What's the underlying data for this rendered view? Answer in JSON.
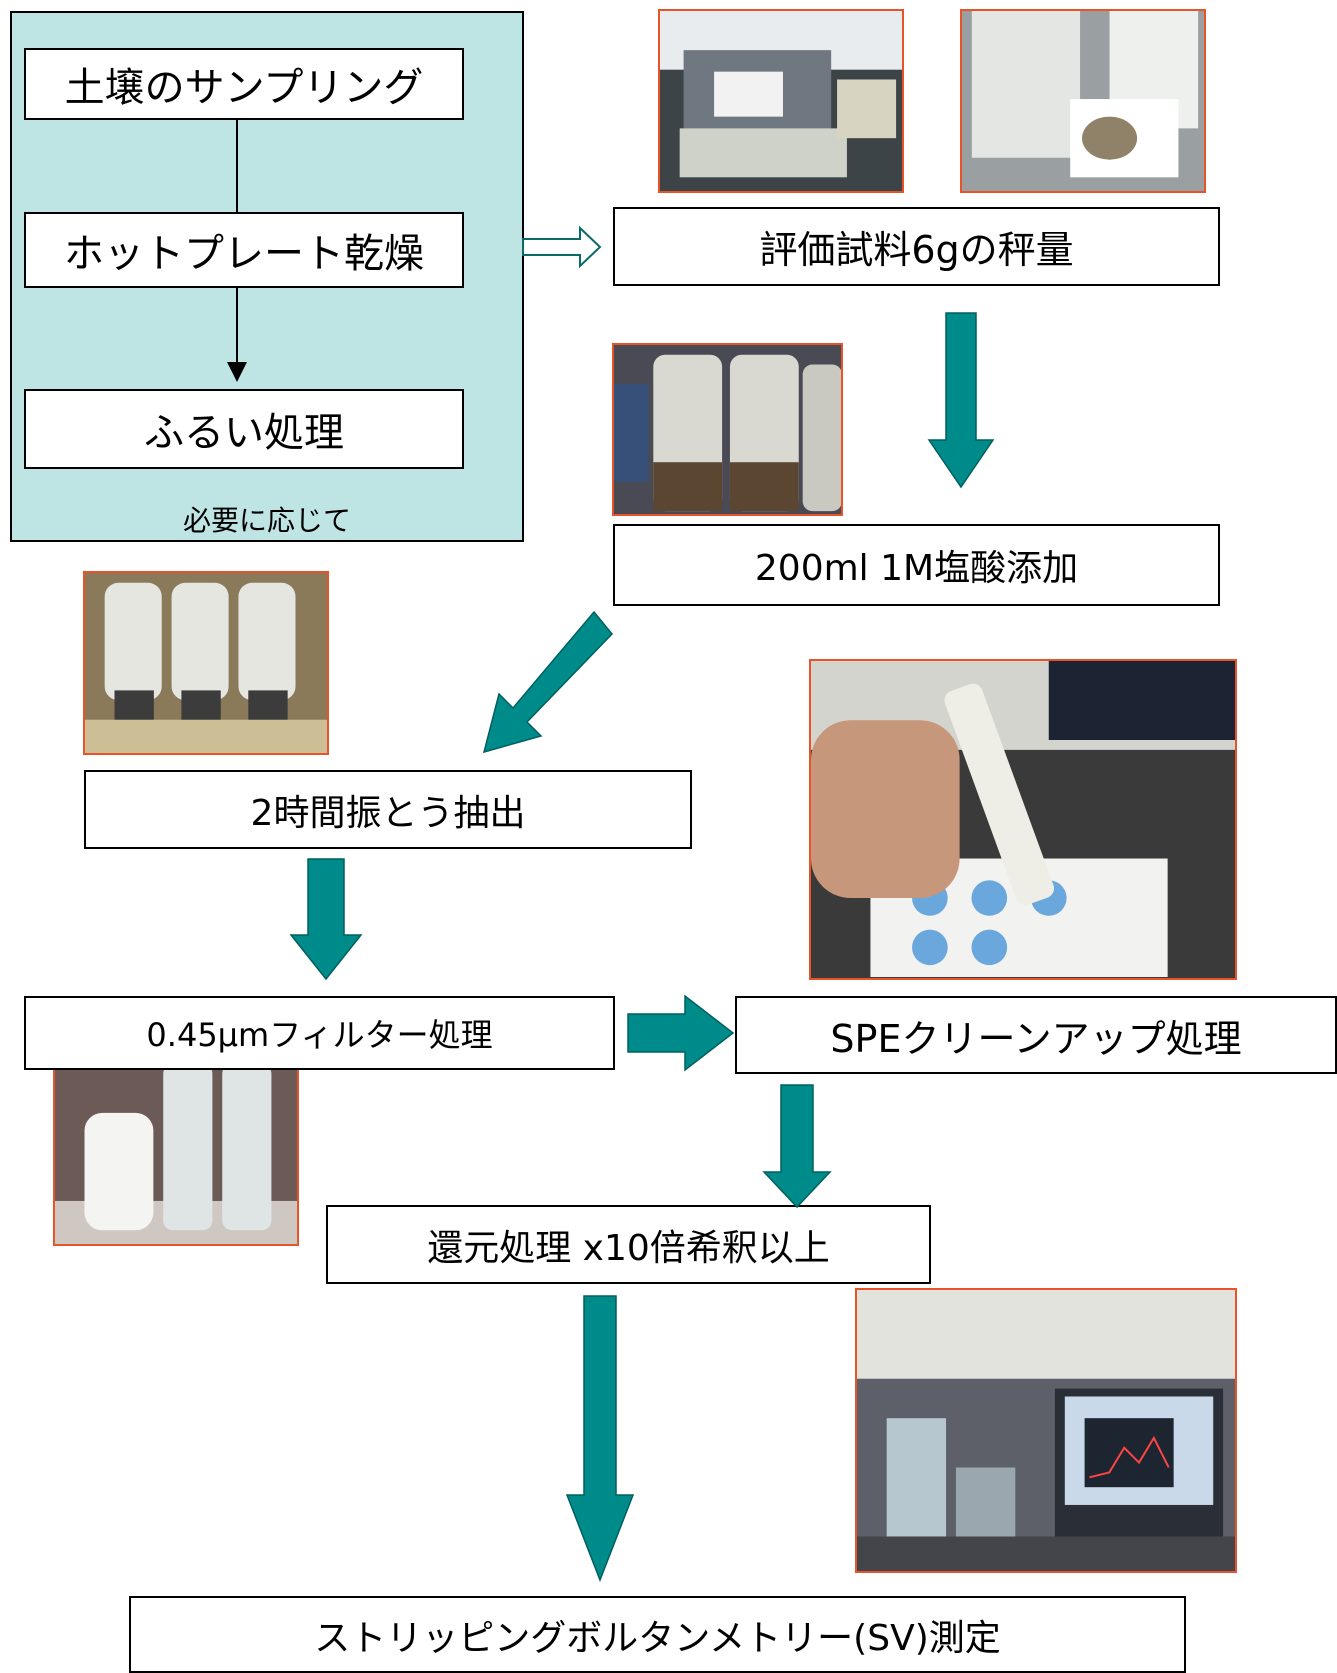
{
  "colors": {
    "panel_bg": "#bfe4e4",
    "arrow_fill": "#008b8b",
    "arrow_stroke": "#006060",
    "photo_border": "#e8542a"
  },
  "panel": {
    "steps": [
      "土壌のサンプリング",
      "ホットプレート乾燥",
      "ふるい処理"
    ],
    "note": "必要に応じて"
  },
  "steps": {
    "weighing": "評価試料6gの秤量",
    "acid": "200ml 1M塩酸添加",
    "shake": "2時間振とう抽出",
    "filter": "0.45μmフィルター処理",
    "spe": "SPEクリーンアップ処理",
    "reduction": "還元処理 x10倍希釈以上",
    "measurement": "ストリッピングボルタンメトリー(SV)測定"
  },
  "photos": [
    "balance-photo",
    "soil-tray-photo",
    "acid-bottles-photo",
    "shaker-bottles-photo",
    "spe-column-photo",
    "filtered-vials-photo",
    "sv-instrument-photo"
  ]
}
